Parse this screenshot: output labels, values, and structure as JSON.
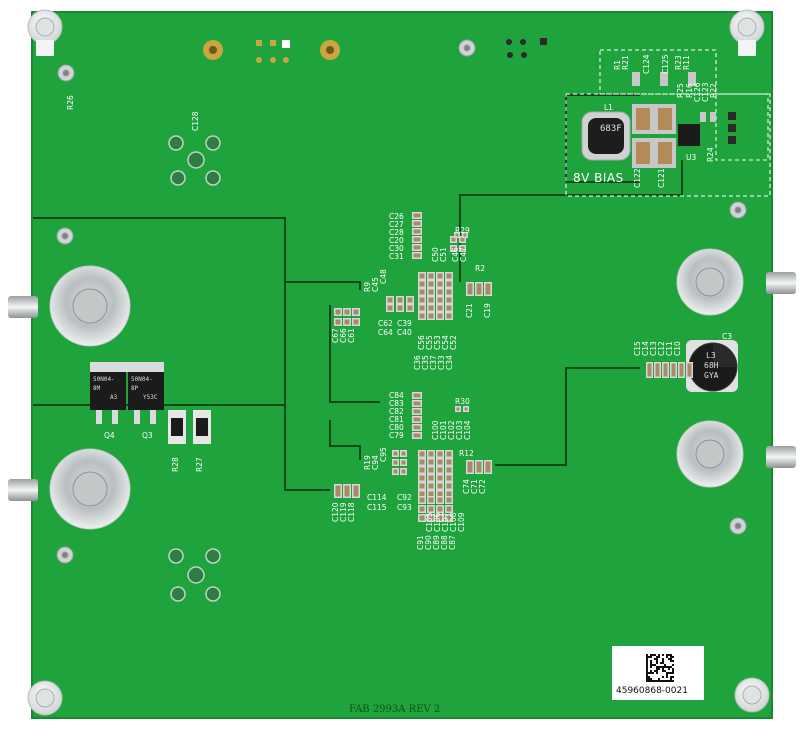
{
  "board": {
    "fab_text": "FAB 2993A REV 2",
    "serial_label": "45960868-0021",
    "section_label": "8V BIAS",
    "colors": {
      "pcb": "#1fa33c",
      "trace": "#0c4a1a",
      "silk": "#ffffff",
      "copper": "#c9a640",
      "standoff": "#e9ecec"
    }
  },
  "labels": {
    "r26": "R26",
    "c128": "C128",
    "r1": "R1",
    "r21": "R21",
    "c124": "C124",
    "c125": "C125",
    "r23": "R23",
    "r11": "R11",
    "r25": "R25",
    "r16": "R16",
    "c126": "C126",
    "c123": "C123",
    "r22": "R22",
    "l1": "L1",
    "u3": "U3",
    "r24": "R24",
    "c122": "C122",
    "c121": "C121",
    "c26": "C26",
    "c27": "C27",
    "c28": "C28",
    "c20": "C20",
    "c30": "C30",
    "c31": "C31",
    "r29": "R29",
    "c50": "C50",
    "c51": "C51",
    "c46": "C46",
    "c47": "C47",
    "r9": "R9",
    "c45": "C45",
    "c48": "C48",
    "r2": "R2",
    "c62": "C62",
    "c39": "C39",
    "c64": "C64",
    "c40": "C40",
    "c21": "C21",
    "c19": "C19",
    "c67": "C67",
    "c66": "C66",
    "c61": "C61",
    "c36": "C36",
    "c35": "C35",
    "c37": "C37",
    "c33": "C33",
    "c34": "C34",
    "c56": "C56",
    "c55": "C55",
    "c53": "C53",
    "c54": "C54",
    "c52": "C52",
    "c15": "C15",
    "c14": "C14",
    "c13": "C13",
    "c12": "C12",
    "c11": "C11",
    "c10": "C10",
    "c3": "C3",
    "q4": "Q4",
    "q3": "Q3",
    "r28": "R28",
    "r27": "R27",
    "c84": "C84",
    "c83": "C83",
    "c82": "C82",
    "c81": "C81",
    "c80": "C80",
    "c79": "C79",
    "r30": "R30",
    "c100": "C100",
    "c101": "C101",
    "c102": "C102",
    "c103": "C103",
    "c104": "C104",
    "r12": "R12",
    "r19": "R19",
    "c94": "C94",
    "c95": "C95",
    "c114": "C114",
    "c115": "C115",
    "c92": "C92",
    "c93": "C93",
    "c74": "C74",
    "c71": "C71",
    "c72": "C72",
    "c120": "C120",
    "c119": "C119",
    "c118": "C118",
    "c91": "C91",
    "c90": "C90",
    "c89": "C89",
    "c88": "C88",
    "c87": "C87",
    "c105": "C105",
    "c106": "C106",
    "c107": "C107",
    "c108": "C108",
    "c109": "C109"
  },
  "markings": {
    "l1_top": "683F",
    "q4_part": "50N04-",
    "q4_code1": "8M",
    "q4_code2": "A3",
    "q3_part": "50N04-",
    "q3_code1": "8P",
    "q3_code2": "Y53C",
    "c3_line1": "L3",
    "c3_line2": "68H",
    "c3_line3": "GYA"
  }
}
